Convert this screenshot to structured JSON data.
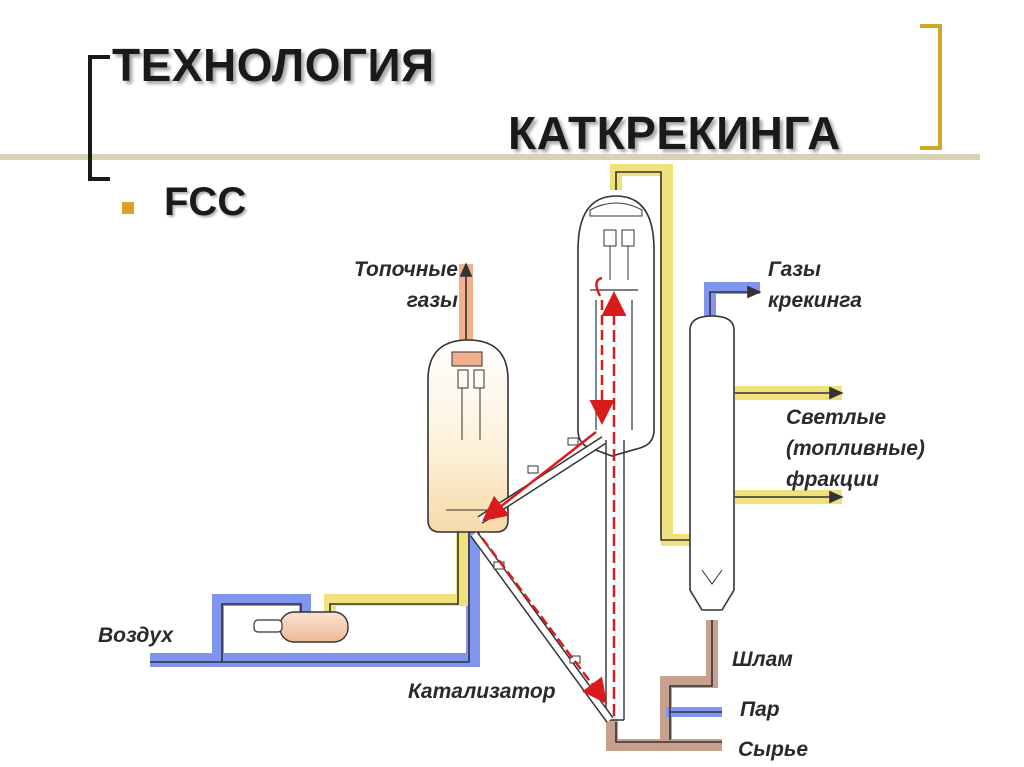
{
  "slide": {
    "title_line1": "ТЕХНОЛОГИЯ",
    "title_line2": "КАТКРЕКИНГА",
    "bullet": "FCC"
  },
  "labels": {
    "flue_gas": [
      "Топочные",
      "газы"
    ],
    "cracking_gas": [
      "Газы",
      "крекинга"
    ],
    "light_fractions": [
      "Светлые",
      "(топливные)",
      "фракции"
    ],
    "air": "Воздух",
    "catalyst": "Катализатор",
    "sludge": "Шлам",
    "steam": "Пар",
    "feed": "Сырье"
  },
  "colors": {
    "accent": "#d0a726",
    "air_line": "#7f95f0",
    "product_line": "#f0e17c",
    "flue_line": "#f2b08e",
    "feed_line": "#c8a08e",
    "catalyst_arrow": "#d81c1c"
  }
}
